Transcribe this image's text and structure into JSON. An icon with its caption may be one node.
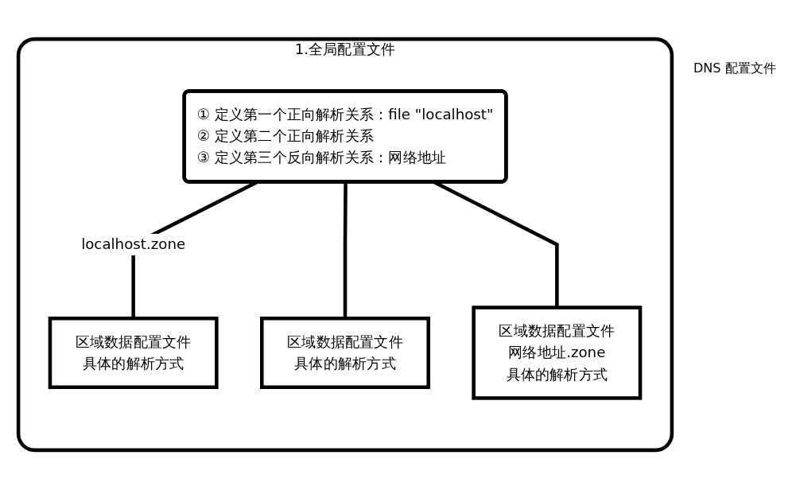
{
  "diagram": {
    "nodes": [
      {
        "text": [
          "1.全局配置文件"
        ],
        "beside": [
          "DNS 配置文件"
        ]
      },
      {
        "text": [
          "① 定义第一个正向解析关系：file \"localhost\"",
          "② 定义第二个正向解析关系",
          "③ 定义第三个反向解析关系：网络地址"
        ],
        "in": 0
      },
      {
        "text": [
          "区域数据配置文件",
          "具体的解析方式"
        ],
        "in": 0
      },
      {
        "text": [
          "区域数据配置文件",
          "具体的解析方式"
        ],
        "in": 0
      },
      {
        "text": [
          "区域数据配置文件",
          "网络地址.zone",
          "具体的解析方式"
        ],
        "in": 0
      }
    ],
    "edges": [
      {
        "from": 1,
        "to": 2,
        "arrow": "none",
        "label": "localhost.zone"
      },
      {
        "from": 1,
        "to": 3,
        "arrow": "none"
      },
      {
        "from": 1,
        "to": 4,
        "arrow": "none"
      }
    ]
  }
}
